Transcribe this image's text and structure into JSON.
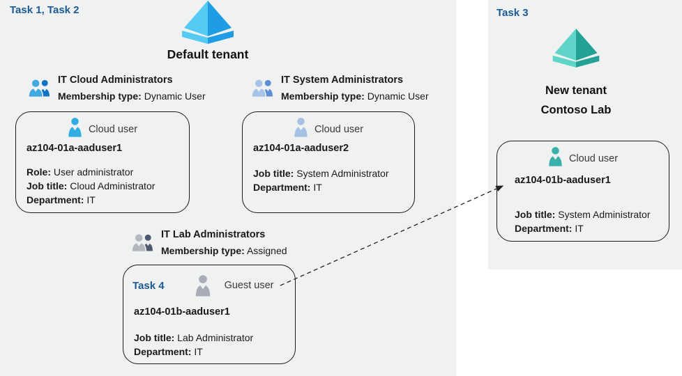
{
  "colors": {
    "panel_bg": "#f0f1f1",
    "task_label_blue": "#1b5a94",
    "card_border": "#1a1a1a",
    "arrow": "#222222"
  },
  "icons": {
    "tenant-default": {
      "name": "entra-tenant-icon-blue",
      "l": "#55cbf3",
      "d": "#1f9de4"
    },
    "tenant-new": {
      "name": "entra-tenant-icon-teal",
      "l": "#5fd4c9",
      "d": "#23a195"
    },
    "group-bright-blue": {
      "name": "user-group-icon",
      "color": "#3fa9e0",
      "c2": "#1173c5",
      "bg": "#f0f1f1"
    },
    "group-steel-blue": {
      "name": "user-group-icon",
      "color": "#a7c3e6",
      "c2": "#5b8ed2",
      "bg": "#f0f1f1"
    },
    "group-gray": {
      "name": "user-group-icon",
      "color": "#b3b7c0",
      "c2": "#4e586e",
      "bg": "#f0f1f1"
    },
    "user-bright-blue": {
      "name": "person-icon",
      "color": "#31ade3",
      "bg": "#f0f1f1"
    },
    "user-steel-blue": {
      "name": "person-icon",
      "color": "#a5c1e3",
      "bg": "#f0f1f1"
    },
    "user-gray": {
      "name": "person-icon",
      "color": "#a8acb6",
      "bg": "#f0f1f1"
    },
    "user-teal": {
      "name": "person-icon",
      "color": "#39b0a9",
      "bg": "#f0f1f1"
    }
  },
  "left_panel": {
    "task_label": "Task 1, Task 2",
    "tenant_name": "Default tenant",
    "groups": [
      {
        "name": "IT Cloud Administrators",
        "membership_label": "Membership type:",
        "membership_value": "Dynamic User"
      },
      {
        "name": "IT System Administrators",
        "membership_label": "Membership type:",
        "membership_value": "Dynamic User"
      },
      {
        "name": "IT Lab Administrators",
        "membership_label": "Membership type:",
        "membership_value": "Assigned"
      }
    ],
    "cards": [
      {
        "type_label": "Cloud user",
        "username": "az104-01a-aaduser1",
        "fields": [
          {
            "label": "Role:",
            "value": "User administrator"
          },
          {
            "label": "Job title:",
            "value": "Cloud Administrator"
          },
          {
            "label": "Department:",
            "value": "IT"
          }
        ]
      },
      {
        "type_label": "Cloud user",
        "username": "az104-01a-aaduser2",
        "fields": [
          {
            "label": "Job title:",
            "value": "System Administrator"
          },
          {
            "label": "Department:",
            "value": "IT"
          }
        ]
      },
      {
        "task_label": "Task 4",
        "type_label": "Guest user",
        "username": "az104-01b-aaduser1",
        "fields": [
          {
            "label": "Job title:",
            "value": "Lab Administrator"
          },
          {
            "label": "Department:",
            "value": "IT"
          }
        ]
      }
    ]
  },
  "right_panel": {
    "task_label": "Task 3",
    "tenant_name_line1": "New tenant",
    "tenant_name_line2": "Contoso Lab",
    "card": {
      "type_label": "Cloud user",
      "username": "az104-01b-aaduser1",
      "fields": [
        {
          "label": "Job title:",
          "value": "System Administrator"
        },
        {
          "label": "Department:",
          "value": "IT"
        }
      ]
    }
  }
}
